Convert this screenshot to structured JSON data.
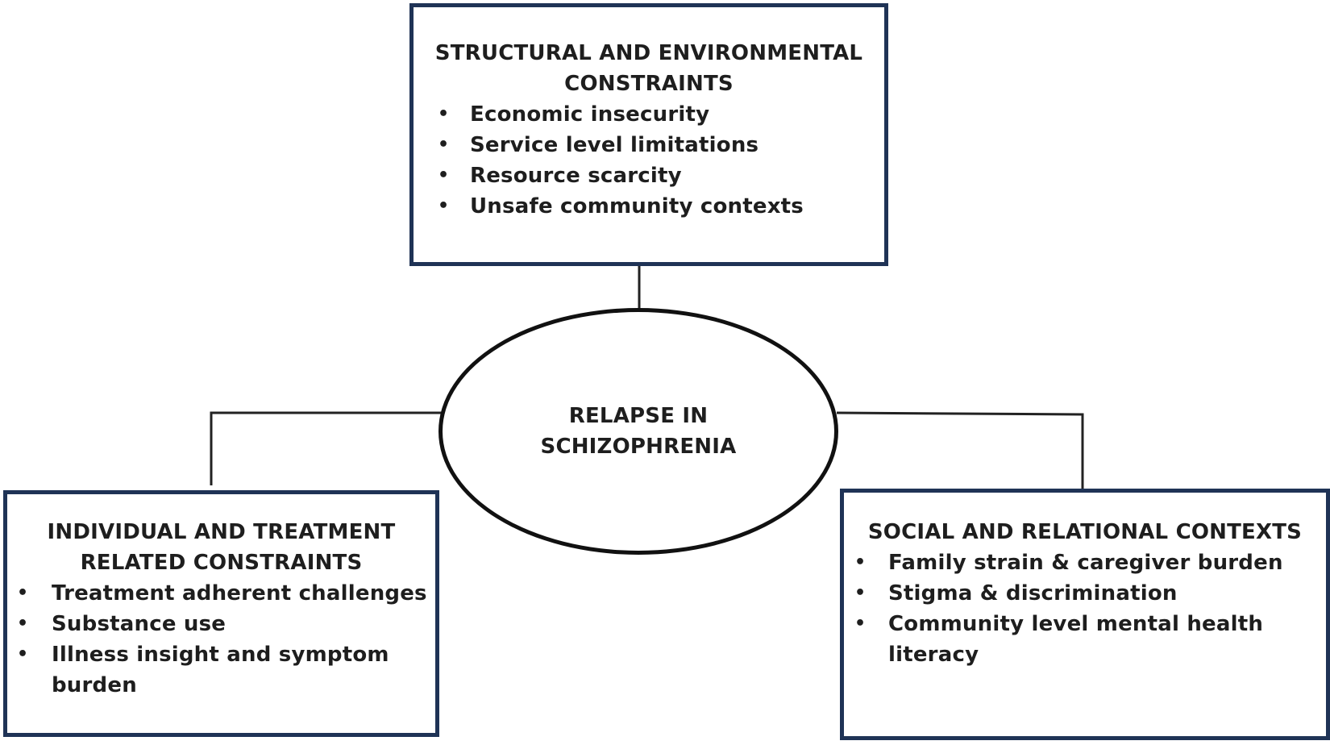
{
  "center": {
    "label": "RELAPSE IN SCHIZOPHRENIA"
  },
  "boxes": {
    "structural": {
      "title": "STRUCTURAL AND ENVIRONMENTAL CONSTRAINTS",
      "items": [
        "Economic insecurity",
        "Service level limitations",
        "Resource scarcity",
        "Unsafe community contexts"
      ]
    },
    "individual": {
      "title": "INDIVIDUAL AND TREATMENT RELATED CONSTRAINTS",
      "items": [
        "Treatment adherent challenges",
        "Substance use",
        "Illness insight and symptom burden"
      ]
    },
    "social": {
      "title": "SOCIAL AND RELATIONAL CONTEXTS",
      "items": [
        "Family strain & caregiver burden",
        "Stigma & discrimination",
        "Community level mental health literacy"
      ]
    }
  },
  "bullet_glyph": "•",
  "colors": {
    "box_border": "#1f3356",
    "ellipse_border": "#111111",
    "connector": "#222222",
    "text": "#1e1e1e"
  }
}
